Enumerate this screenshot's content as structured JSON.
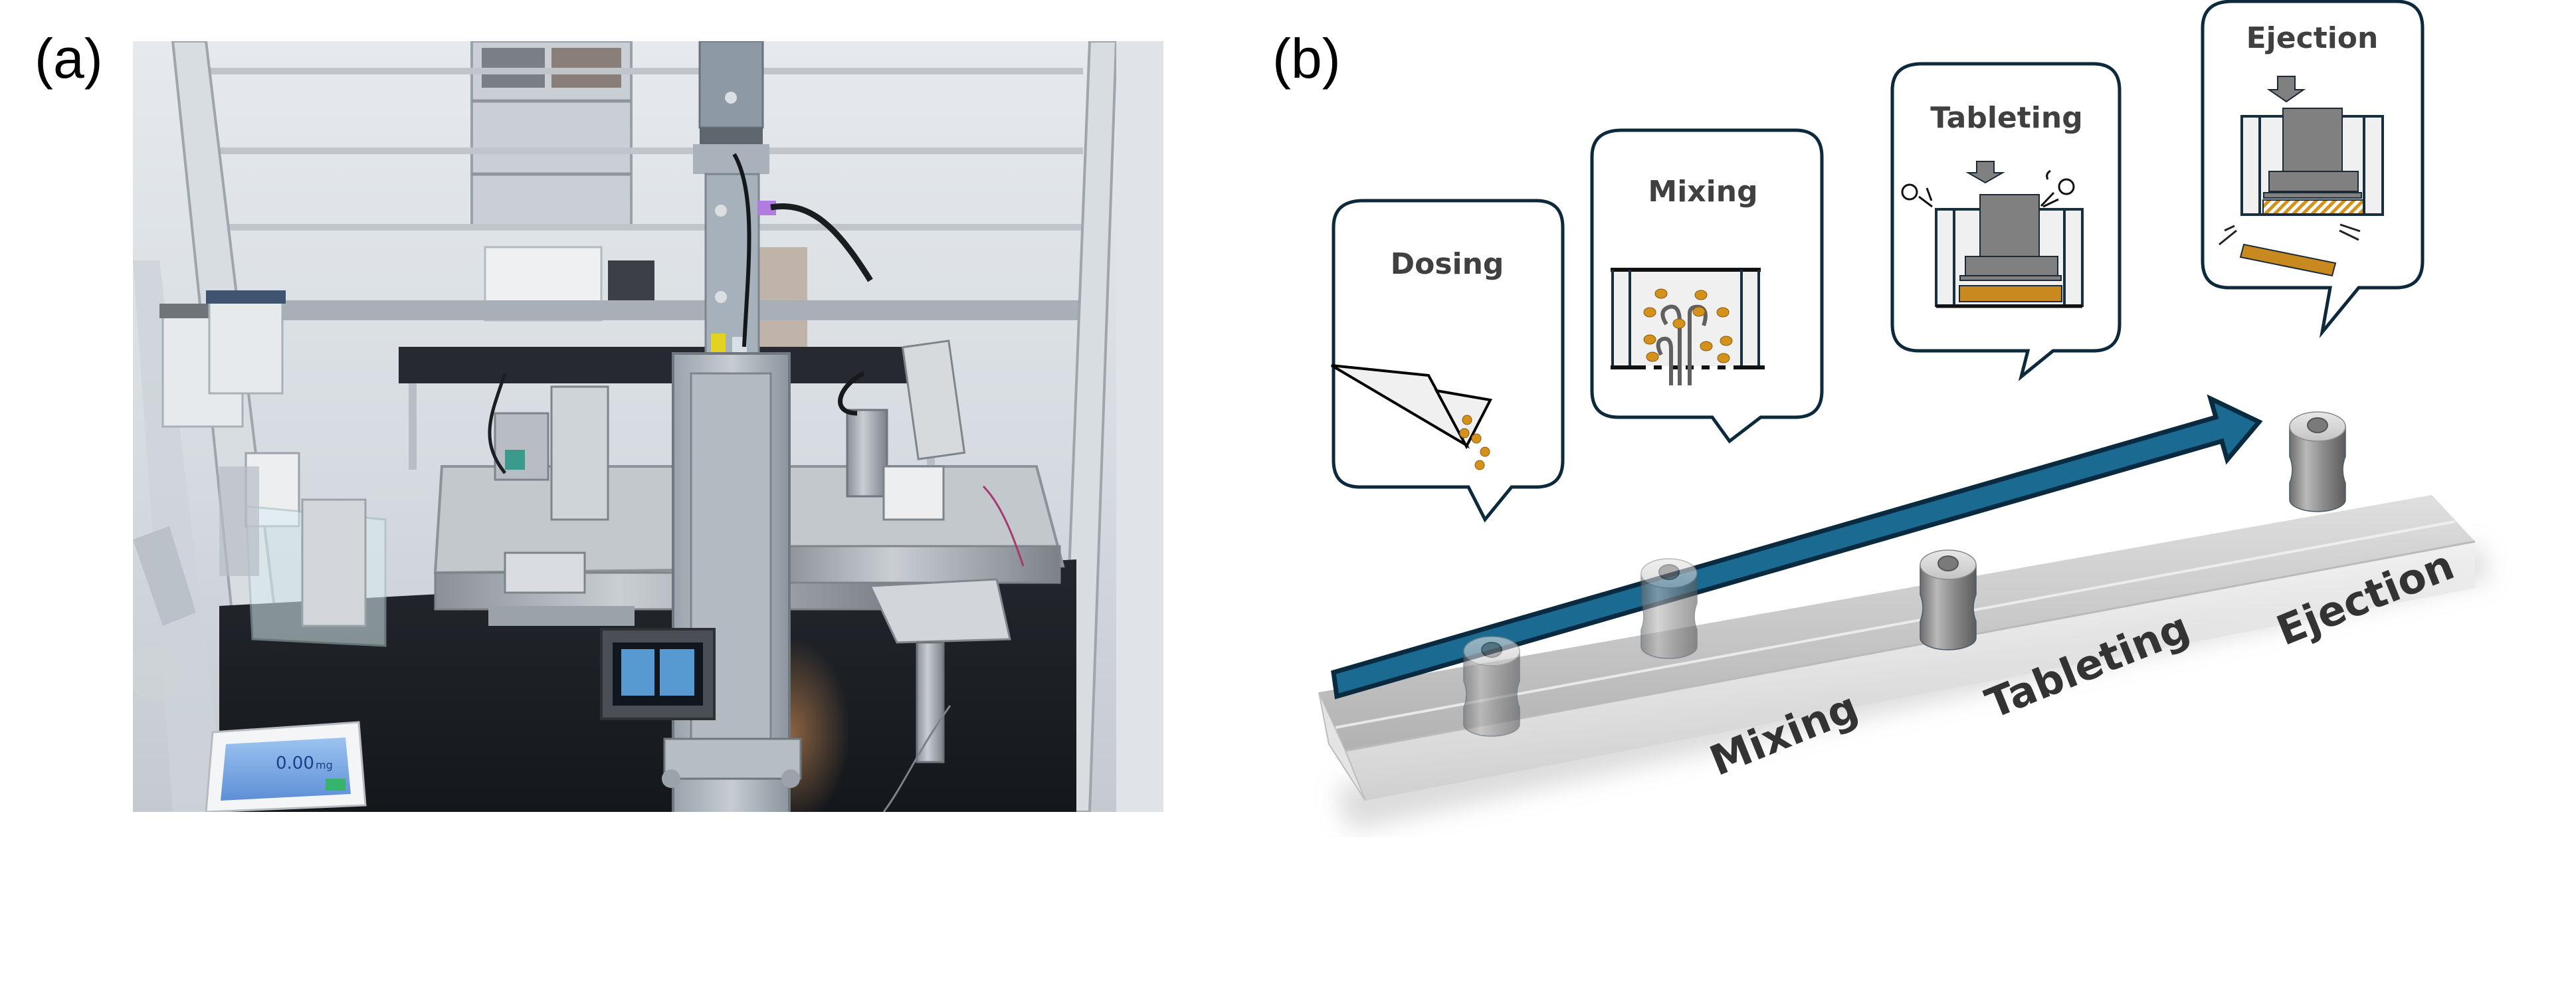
{
  "figure": {
    "panels": [
      {
        "id": "a",
        "label": "(a)",
        "type": "photograph",
        "description": "Automated tablet manufacturing system inside a glass enclosure",
        "components": [
          "glass enclosure with aluminum frame",
          "analytical balance with touch display",
          "vertical column hopper",
          "linear rail stage",
          "control touch panel",
          "robotic ejection arm",
          "powder feeder",
          "background lab bench and shelving"
        ],
        "balance_display": {
          "value": "0.00",
          "unit": "mg"
        }
      },
      {
        "id": "b",
        "label": "(b)",
        "type": "process-diagram",
        "steps": [
          {
            "name": "Dosing",
            "bubble_title": "Dosing",
            "icon": "powder-paper-pour-icon",
            "rail_label": ""
          },
          {
            "name": "Mixing",
            "bubble_title": "Mixing",
            "icon": "vortex-mixer-icon",
            "rail_label": "Mixing"
          },
          {
            "name": "Tableting",
            "bubble_title": "Tableting",
            "icon": "punch-compress-icon",
            "rail_label": "Tableting"
          },
          {
            "name": "Ejection",
            "bubble_title": "Ejection",
            "icon": "tablet-eject-icon",
            "rail_label": "Ejection"
          }
        ],
        "flow_arrow": "process-direction-arrow"
      }
    ]
  },
  "colors": {
    "bubble_outline": "#0d2a3c",
    "arrow_fill": "#1a6a92",
    "arrow_outline": "#0a2a40",
    "powder": "#d4921c",
    "punch_gray": "#808080",
    "die_wall": "#f2f2f2",
    "text_dark": "#404040",
    "rail_text": "#333333"
  }
}
